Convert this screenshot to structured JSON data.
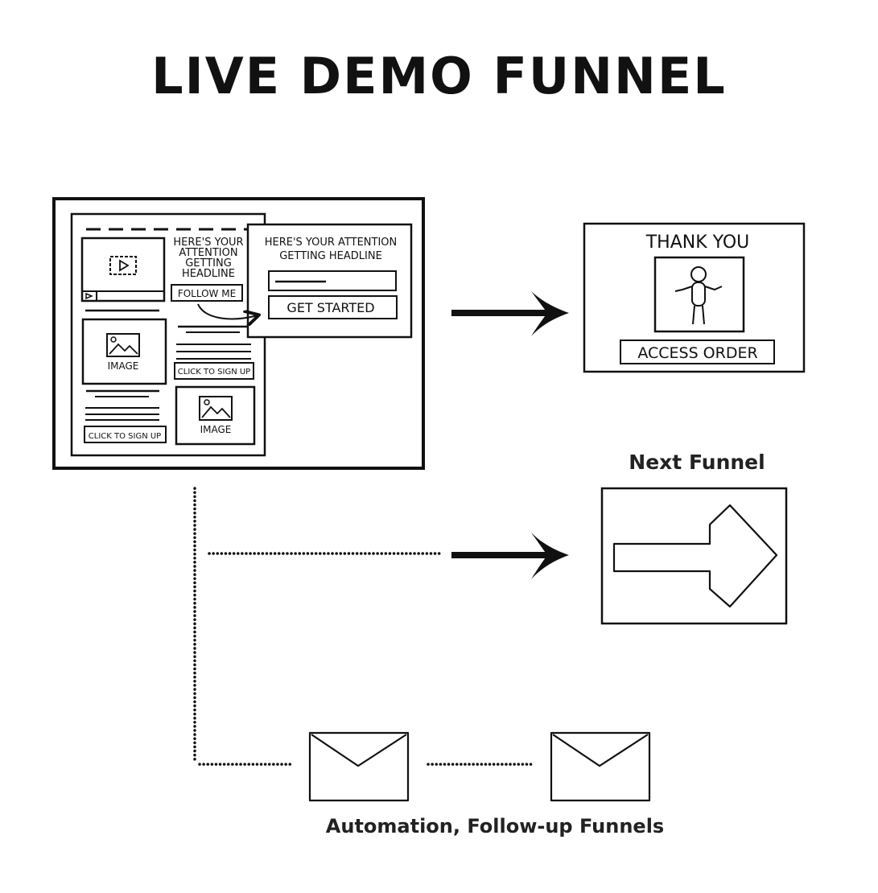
{
  "title": "LIVE DEMO FUNNEL",
  "landing_page": {
    "headline": "HERE'S YOUR ATTENTION GETTING HEADLINE",
    "headline_lines": [
      "HERE'S YOUR",
      "ATTENTION",
      "GETTING",
      "HEADLINE"
    ],
    "follow_button": "FOLLOW ME",
    "image_label": "IMAGE",
    "signup_button": "CLICK TO SIGN UP"
  },
  "popup": {
    "headline_lines": [
      "HERE'S YOUR ATTENTION",
      "GETTING HEADLINE"
    ],
    "cta_button": "GET STARTED"
  },
  "thank_you_page": {
    "heading": "THANK YOU",
    "button": "ACCESS ORDER"
  },
  "next_funnel": {
    "label": "Next Funnel"
  },
  "automation": {
    "label": "Automation, Follow-up Funnels"
  },
  "colors": {
    "ink": "#111111",
    "background": "#ffffff"
  },
  "icons": [
    "video-icon",
    "image-icon",
    "person-icon",
    "arrow-right-icon",
    "envelope-icon"
  ]
}
